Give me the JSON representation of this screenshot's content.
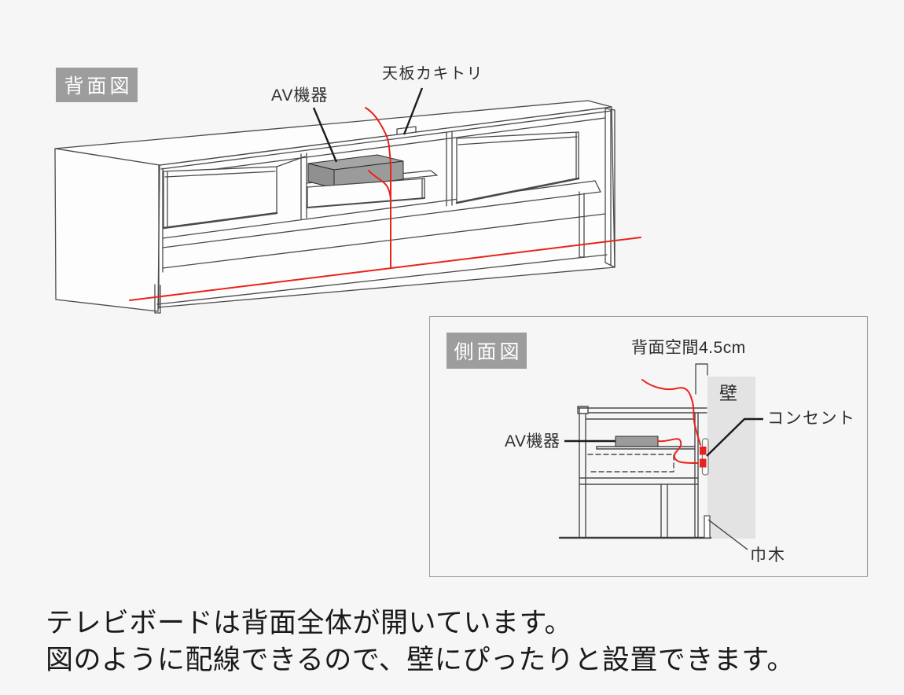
{
  "rear_view": {
    "tag": "背面図",
    "labels": {
      "av_device": "AV機器",
      "top_cutout": "天板カキトリ"
    }
  },
  "side_view": {
    "tag": "側面図",
    "labels": {
      "rear_space": "背面空間4.5cm",
      "wall": "壁",
      "av_device": "AV機器",
      "outlet": "コンセント",
      "baseboard": "巾木"
    }
  },
  "caption": {
    "line1": "テレビボードは背面全体が開いています。",
    "line2": "図のように配線できるので、壁にぴったりと設置できます。"
  },
  "colors": {
    "background": "#f6f6f6",
    "line": "#4a4a4a",
    "accent_red": "#e8231c",
    "label_box_bg": "#9d9d9d",
    "wall_fill": "#e3e3e3",
    "device_fill": "#9b9b9b"
  }
}
